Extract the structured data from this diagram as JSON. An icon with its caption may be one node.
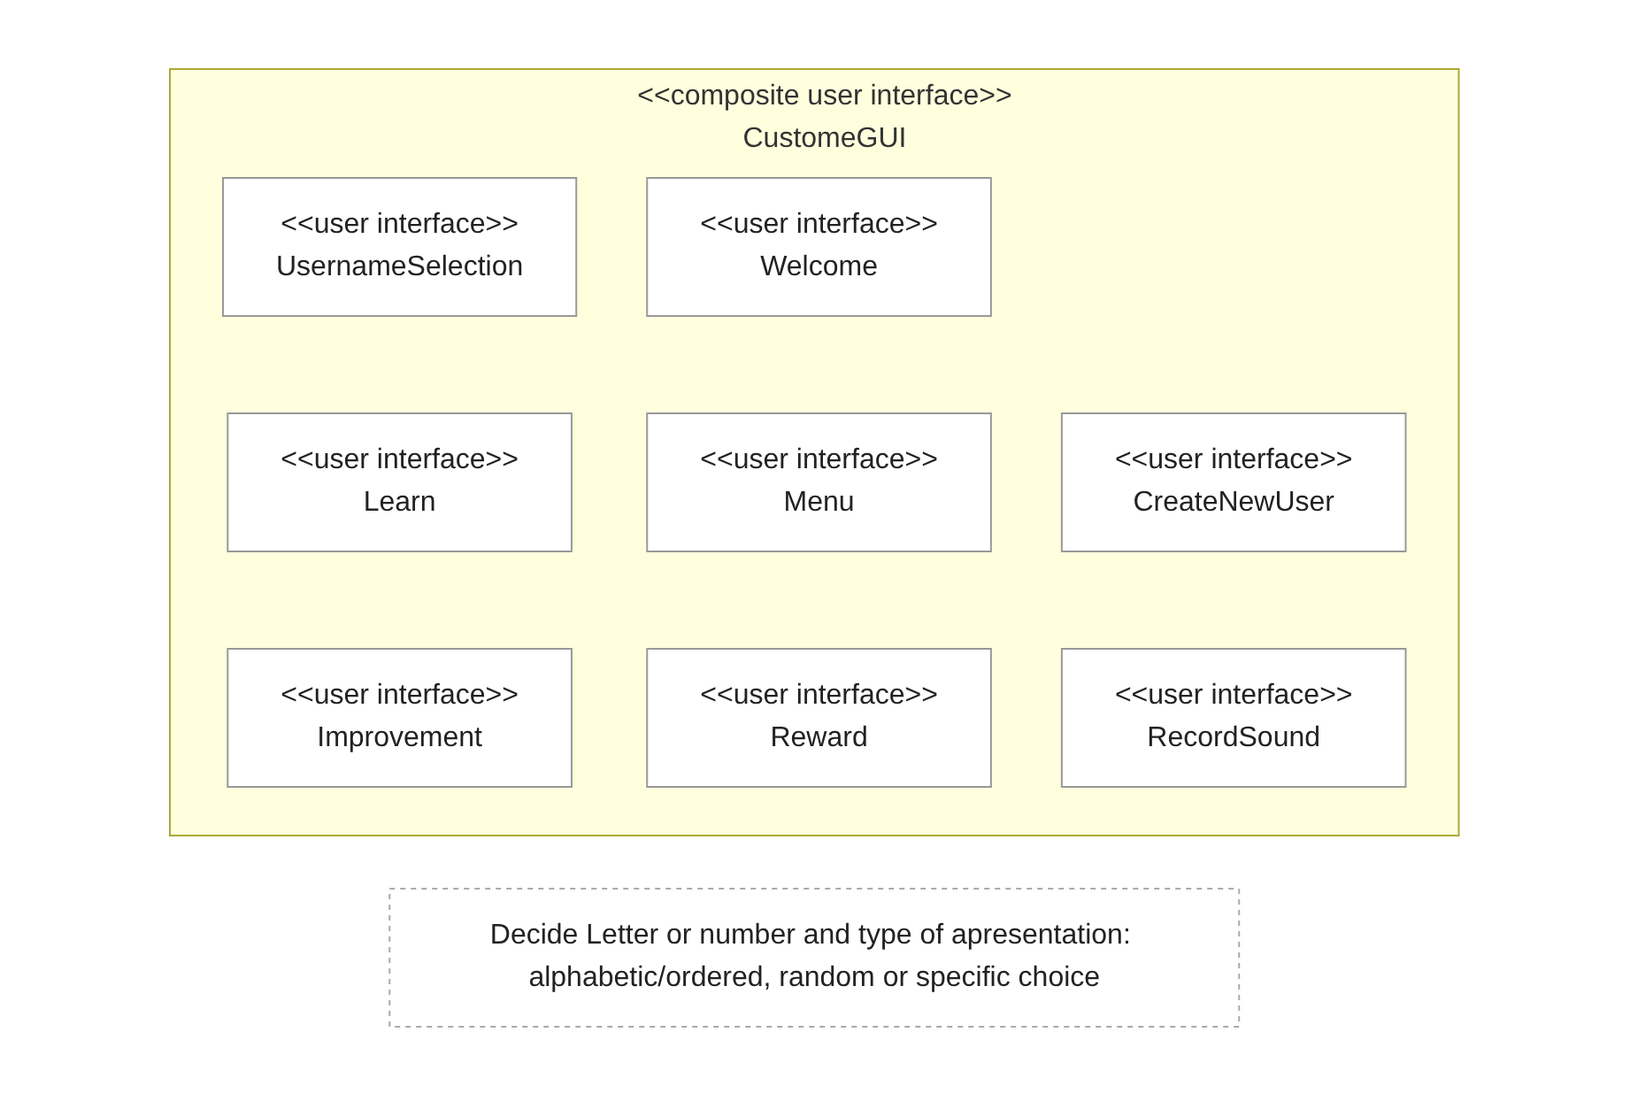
{
  "diagram": {
    "nodes": [
      {
        "text": [
          "<<composite user interface>>",
          "CustomeGUI"
        ]
      },
      {
        "text": [
          "<<user interface>>",
          "Welcome"
        ],
        "in": 0
      },
      {
        "text": [
          "<<user interface>>",
          "UsernameSelection"
        ],
        "in": 0
      },
      {
        "text": [
          "<<user interface>>",
          "CreateNewUser"
        ],
        "in": 0
      },
      {
        "text": [
          "<<user interface>>",
          "Menu"
        ],
        "in": 0
      },
      {
        "text": [
          "<<user interface>>",
          "Learn"
        ],
        "in": 0
      },
      {
        "text": [
          "<<user interface>>",
          "RecordSound"
        ],
        "in": 0
      },
      {
        "text": [
          "<<user interface>>",
          "Reward"
        ],
        "in": 0
      },
      {
        "text": [
          "<<user interface>>",
          "Improvement"
        ],
        "in": 0
      },
      {
        "text": [
          "Decide Letter or number and type of apresentation: alphabetic/ordered, random or specific choice"
        ]
      }
    ],
    "edges": []
  }
}
